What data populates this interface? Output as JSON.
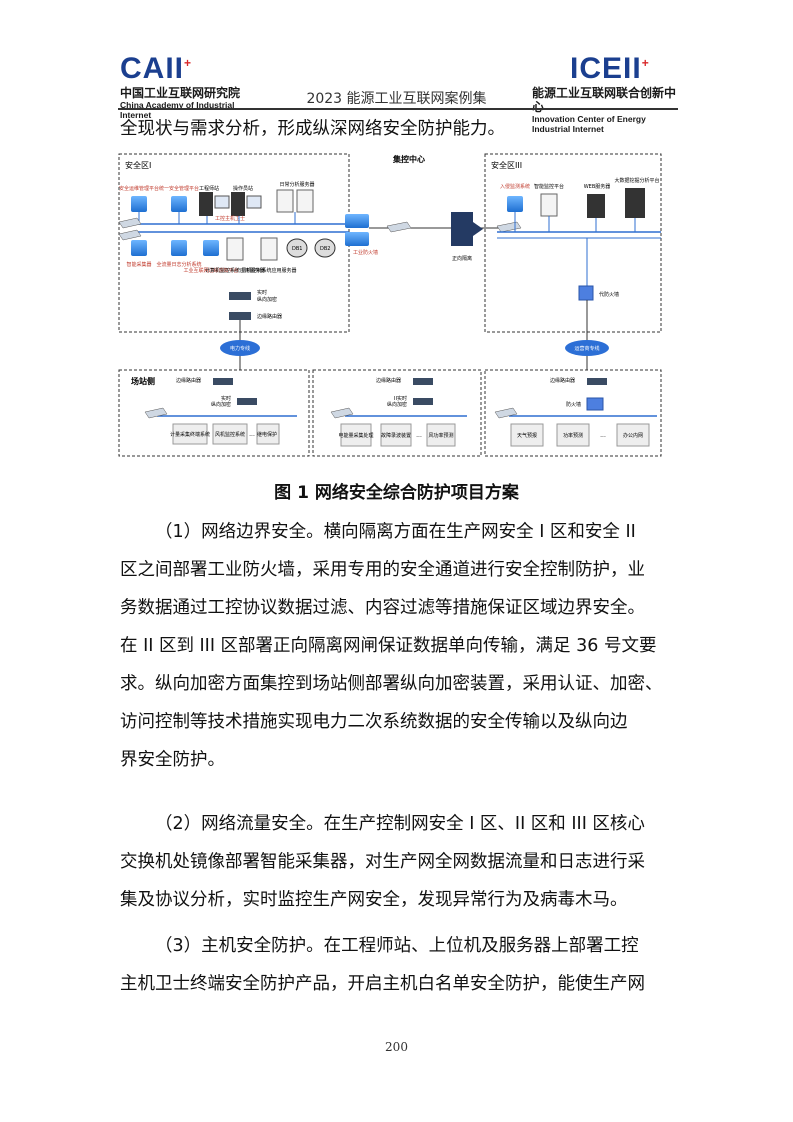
{
  "header": {
    "left_logo_mark": "CAII",
    "left_logo_cn": "中国工业互联网研究院",
    "left_logo_en": "China Academy of Industrial Internet",
    "title": "2023 能源工业互联网案例集",
    "right_logo_mark": "ICEII",
    "right_logo_cn": "能源工业互联网联合创新中心",
    "right_logo_en": "Innovation Center of Energy Industrial Internet"
  },
  "intro_line": "全现状与需求分析，形成纵深网络安全防护能力。",
  "figure": {
    "caption": "图 1   网络安全综合防护项目方案",
    "zone1": {
      "title": "安全区I",
      "top_devices": [
        "安全运维管理平台",
        "统一安全管理平台",
        "工程师站",
        "操作员站",
        "日常分析服务器"
      ],
      "label_host_guard": "工控主机卫士",
      "bottom_devices": [
        "智能采集器",
        "全流量日志分析系统",
        "工业互联网边缘感知平台",
        "计算机监控系统应用服务器",
        "风机控制系统应用服务器"
      ],
      "label_db1": "DB1",
      "label_db2": "DB2",
      "label_firewall": "工业防火墙",
      "label_encrypt": "纵向加密",
      "label_router": "边缘路由器",
      "label_realtime": "实时"
    },
    "center": {
      "title": "集控中心",
      "gateway": "正向隔离"
    },
    "zone3": {
      "title": "安全区III",
      "devices": [
        "入侵监测系统",
        "智能监控平台",
        "WEB服务器",
        "大数据挖掘分析平台"
      ],
      "label_proxy_fw": "代防火墙"
    },
    "links": {
      "power_net": "电力专线",
      "carrier_net": "运营商专线"
    },
    "stations": {
      "title": "场站侧",
      "s1": {
        "router": "边缘路由器",
        "encrypt": "纵向加密",
        "realtime": "实时",
        "devices": [
          "计量采集终端系统",
          "风机监控系统",
          "继电保护"
        ],
        "more": "..."
      },
      "s2": {
        "router": "边缘路由器",
        "encrypt": "纵向加密",
        "realtime": "II实时",
        "devices": [
          "电能量采集处理",
          "故障录波装置",
          "风功率预测"
        ],
        "more": "..."
      },
      "s3": {
        "router": "边缘路由器",
        "firewall": "防火墙",
        "devices": [
          "天气预报",
          "功率预测",
          "办公内网"
        ],
        "more": "..."
      }
    }
  },
  "paragraphs": [
    {
      "lines": [
        "（1）网络边界安全。横向隔离方面在生产网安全 I 区和安全 II",
        "区之间部署工业防火墙，采用专用的安全通道进行安全控制防护，业",
        "务数据通过工控协议数据过滤、内容过滤等措施保证区域边界安全。",
        "在 II 区到 III 区部署正向隔离网闸保证数据单向传输，满足 36 号文要",
        "求。纵向加密方面集控到场站侧部署纵向加密装置，采用认证、加密、",
        "访问控制等技术措施实现电力二次系统数据的安全传输以及纵向边",
        "界安全防护。"
      ]
    },
    {
      "lines": [
        "（2）网络流量安全。在生产控制网安全 I 区、II 区和 III 区核心",
        "交换机处镜像部署智能采集器，对生产网全网数据流量和日志进行采",
        "集及协议分析，实时监控生产网安全，发现异常行为及病毒木马。"
      ]
    },
    {
      "lines": [
        "（3）主机安全防护。在工程师站、上位机及服务器上部署工控",
        "主机卫士终端安全防护产品，开启主机白名单安全防护，能使生产网"
      ]
    }
  ],
  "page_number": "200",
  "colors": {
    "logo_blue": "#1b3f8f",
    "logo_red": "#d8282a",
    "diagram_line": "#2f6fd0",
    "device_blue": "#2e86de"
  }
}
